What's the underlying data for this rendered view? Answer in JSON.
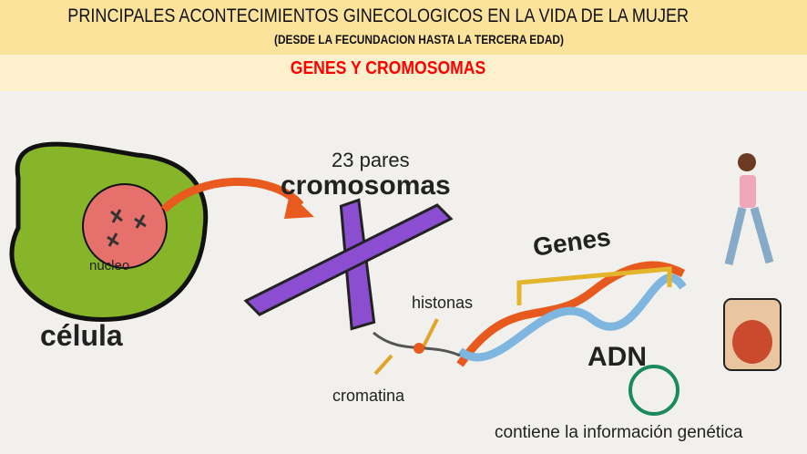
{
  "header": {
    "title": "PRINCIPALES ACONTECIMIENTOS GINECOLOGICOS EN LA VIDA DE LA MUJER",
    "subtitle": "(DESDE LA FECUNDACION HASTA LA TERCERA EDAD)"
  },
  "section": {
    "title": "GENES Y CROMOSOMAS"
  },
  "illustration": {
    "nucleo": "núcleo",
    "celula": "célula",
    "pairs": "23 pares",
    "cromosomas": "cromosomas",
    "genes": "Genes",
    "histonas": "histonas",
    "cromatina": "cromatina",
    "adn": "ADN",
    "caption": "contiene la información genética"
  }
}
